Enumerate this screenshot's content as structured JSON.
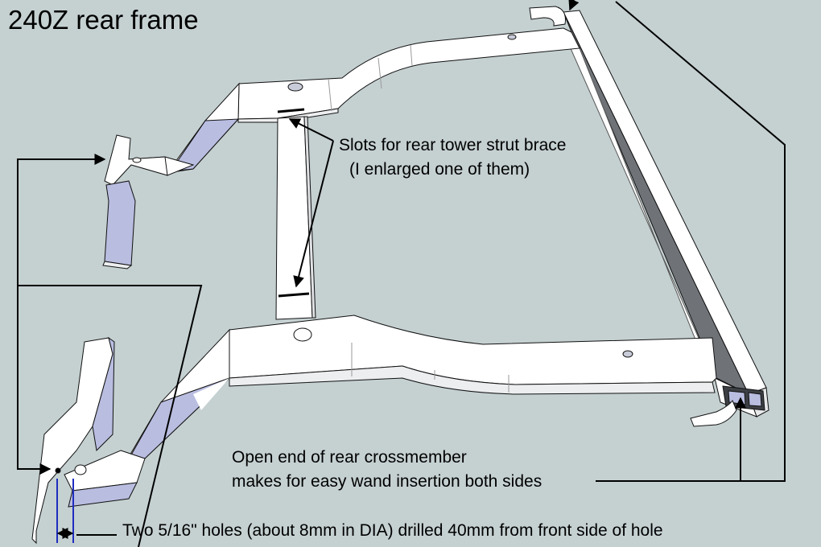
{
  "title": "240Z rear frame",
  "annotations": {
    "slots_line1": "Slots for rear tower strut brace",
    "slots_line2": "(I enlarged one of them)",
    "open_end_line1": "Open end of rear crossmember",
    "open_end_line2": "makes for easy wand insertion both sides",
    "holes": "Two 5/16\" holes (about 8mm in DIA) drilled 40mm from front side of hole"
  },
  "colors": {
    "background": "#c5d0d1",
    "frame_top": "#ffffff",
    "frame_shade": "#eceef0",
    "frame_side": "#b9bde0",
    "frame_dark": "#6f7378",
    "measure_lines": "#1f2dbf"
  }
}
